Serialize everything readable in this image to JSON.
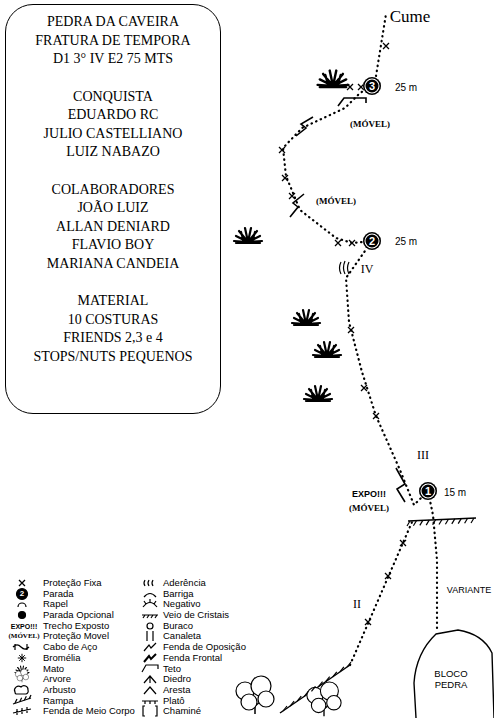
{
  "diagram": {
    "nodes": [
      {
        "text": [
          "PEDRA DA CAVEIRA",
          "FRATURA DE TEMPORA",
          "D1 3° IV E2 75 MTS",
          "CONQUISTA",
          "EDUARDO RC",
          "JULIO CASTELLIANO",
          "LUIZ NABAZO",
          "COLABORADORES",
          "JOÃO LUIZ",
          "ALLAN DENIARD",
          "FLAVIO BOY",
          "MARIANA CANDEIA",
          "MATERIAL",
          "10 COSTURAS",
          "FRIENDS 2,3 e 4",
          "STOPS/NUTS PEQUENOS"
        ]
      },
      {
        "text": [
          "3"
        ]
      },
      {
        "text": [
          "2"
        ]
      },
      {
        "text": [
          "1"
        ]
      },
      {
        "text": [
          "BLOCO PEDRA"
        ]
      }
    ],
    "edges": [
      {
        "from": 3,
        "to": 2,
        "arrow": "none"
      },
      {
        "from": 2,
        "to": 1,
        "arrow": "none"
      },
      {
        "from": 4,
        "to": 3,
        "arrow": "none"
      }
    ],
    "labels": [
      "Cume",
      "25 m",
      "25 m",
      "15 m",
      "IV",
      "III",
      "II",
      "(MÓVEL)",
      "(MÓVEL)",
      "EXPO!!!",
      "(MÓVEL)",
      "VARIANTE",
      "2",
      "EXPO!!!",
      "(MÓVEL)"
    ],
    "legend": [
      {
        "text": "Proteção Fixa"
      },
      {
        "text": "Parada"
      },
      {
        "text": "Rapel"
      },
      {
        "text": "Parada Opcional"
      },
      {
        "text": "Trecho Exposto"
      },
      {
        "text": "Proteção Movel"
      },
      {
        "text": "Cabo de Aço"
      },
      {
        "text": "Bromélia"
      },
      {
        "text": "Mato"
      },
      {
        "text": "Arvore"
      },
      {
        "text": "Arbusto"
      },
      {
        "text": "Rampa"
      },
      {
        "text": "Fenda de Meio Corpo"
      },
      {
        "text": "Aderência"
      },
      {
        "text": "Barriga"
      },
      {
        "text": "Negativo"
      },
      {
        "text": "Veio de Cristais"
      },
      {
        "text": "Buraco"
      },
      {
        "text": "Canaleta"
      },
      {
        "text": "Fenda de Oposição"
      },
      {
        "text": "Fenda Frontal"
      },
      {
        "text": "Teto"
      },
      {
        "text": "Diedro"
      },
      {
        "text": "Aresta"
      },
      {
        "text": "Platô"
      },
      {
        "text": "Chaminé"
      }
    ]
  }
}
